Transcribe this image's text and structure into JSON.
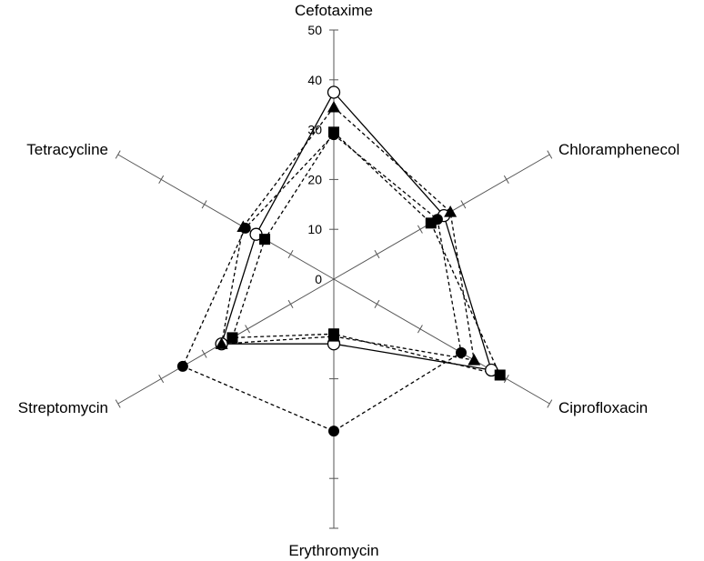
{
  "chart_data": {
    "type": "radar",
    "axes": [
      "Cefotaxime",
      "Chloramphenecol",
      "Ciprofloxacin",
      "Erythromycin",
      "Streptomycin",
      "Tetracycline"
    ],
    "range": [
      0,
      50
    ],
    "tick_step": 10,
    "tick_labels": [
      "0",
      "10",
      "20",
      "30",
      "40",
      "50"
    ],
    "series": [
      {
        "marker": "circle-open",
        "line": "solid",
        "values": [
          37.5,
          25.5,
          36.5,
          13,
          26,
          18
        ]
      },
      {
        "marker": "circle-filled",
        "line": "dashed",
        "values": [
          29,
          24,
          29.5,
          30.5,
          35,
          20.5
        ]
      },
      {
        "marker": "triangle",
        "line": "dashed",
        "values": [
          34.5,
          27,
          32.5,
          11.5,
          26,
          21
        ]
      },
      {
        "marker": "square",
        "line": "dashed",
        "values": [
          29.5,
          22.5,
          38.5,
          11,
          23.5,
          16
        ]
      }
    ]
  }
}
